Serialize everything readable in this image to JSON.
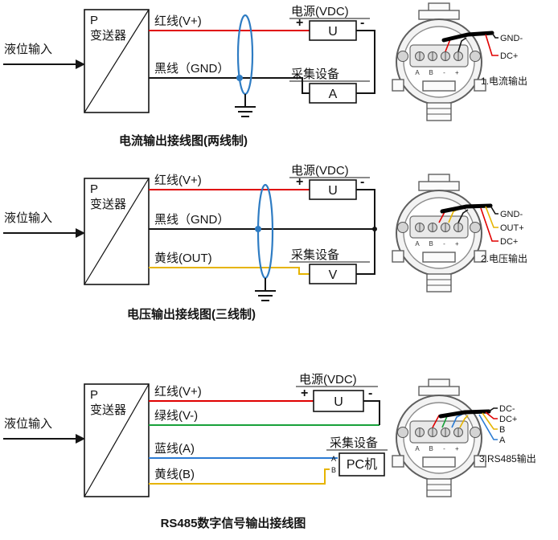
{
  "colors": {
    "wire_red": "#e00000",
    "wire_black": "#141414",
    "wire_yellow": "#e6b400",
    "wire_green": "#18a13a",
    "wire_blue": "#2b7bd4",
    "shield": "#2e7cc3"
  },
  "diagram1": {
    "input_label": "液位输入",
    "transmitter": {
      "line1": "P",
      "line2": "变送器"
    },
    "wire_red_label": "红线(V+)",
    "wire_black_label": "黑线（GND）",
    "power": {
      "title": "电源(VDC)",
      "plus": "+",
      "minus": "-",
      "symbol": "U"
    },
    "device": {
      "title": "采集设备",
      "symbol": "A"
    },
    "caption": "电流输出接线图(两线制)",
    "head": {
      "terminals": "A B - +",
      "labels": [
        "GND-",
        "DC+"
      ],
      "caption": "1.电流输出"
    }
  },
  "diagram2": {
    "input_label": "液位输入",
    "transmitter": {
      "line1": "P",
      "line2": "变送器"
    },
    "wire_red_label": "红线(V+)",
    "wire_black_label": "黑线（GND）",
    "wire_yellow_label": "黄线(OUT)",
    "power": {
      "title": "电源(VDC)",
      "plus": "+",
      "minus": "-",
      "symbol": "U"
    },
    "device": {
      "title": "采集设备",
      "symbol": "V"
    },
    "caption": "电压输出接线图(三线制)",
    "head": {
      "terminals": "A B - +",
      "labels": [
        "GND-",
        "OUT+",
        "DC+"
      ],
      "caption": "2.电压输出"
    }
  },
  "diagram3": {
    "input_label": "液位输入",
    "transmitter": {
      "line1": "P",
      "line2": "变送器"
    },
    "wire_red_label": "红线(V+)",
    "wire_green_label": "绿线(V-)",
    "wire_blue_label": "蓝线(A)",
    "wire_yellow_label": "黄线(B)",
    "power": {
      "title": "电源(VDC)",
      "plus": "+",
      "minus": "-",
      "symbol": "U"
    },
    "device": {
      "title": "采集设备",
      "pc": "PC机",
      "port_a": "A",
      "port_b": "B"
    },
    "caption": "RS485数字信号输出接线图",
    "head": {
      "terminals": "A B - +",
      "labels": [
        "DC-",
        "DC+",
        "B",
        "A"
      ],
      "caption": "3.RS485输出"
    }
  }
}
